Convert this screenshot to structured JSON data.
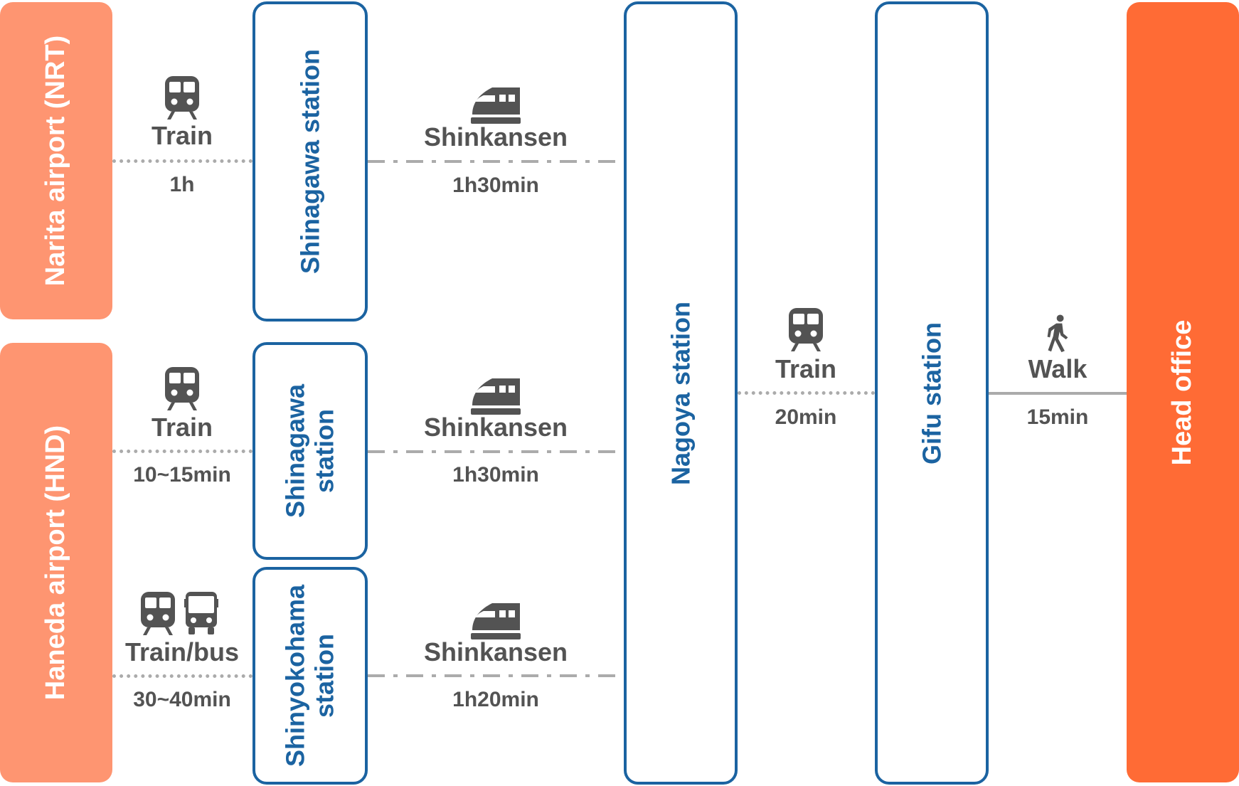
{
  "nodes": {
    "narita": "Narita airport (NRT)",
    "haneda": "Haneda airport (HND)",
    "shinagawa_top": "Shinagawa station",
    "shinagawa_mid": "Shinagawa\nstation",
    "shinyokohama": "Shinyokohama\nstation",
    "nagoya": "Nagoya station",
    "gifu": "Gifu station",
    "head_office": "Head office"
  },
  "routes": {
    "narita_to_shinagawa": {
      "icon": "train-icon",
      "mode": "Train",
      "time": "1h"
    },
    "shinagawa_top_to_nagoya": {
      "icon": "shinkansen-icon",
      "mode": "Shinkansen",
      "time": "1h30min"
    },
    "haneda_to_shinagawa": {
      "icon": "train-icon",
      "mode": "Train",
      "time": "10~15min"
    },
    "shinagawa_mid_to_nagoya": {
      "icon": "shinkansen-icon",
      "mode": "Shinkansen",
      "time": "1h30min"
    },
    "haneda_to_shinyokohama": {
      "icon": "train-and-bus-icon",
      "mode": "Train/bus",
      "time": "30~40min"
    },
    "shinyokohama_to_nagoya": {
      "icon": "shinkansen-icon",
      "mode": "Shinkansen",
      "time": "1h20min"
    },
    "nagoya_to_gifu": {
      "icon": "train-icon",
      "mode": "Train",
      "time": "20min"
    },
    "gifu_to_office": {
      "icon": "walk-icon",
      "mode": "Walk",
      "time": "15min"
    }
  },
  "colors": {
    "airport": "#FE9571",
    "head_office": "#FF6B35",
    "station_border": "#1B63A1",
    "label_gray": "#535353",
    "connector_gray": "#ABABAB"
  }
}
